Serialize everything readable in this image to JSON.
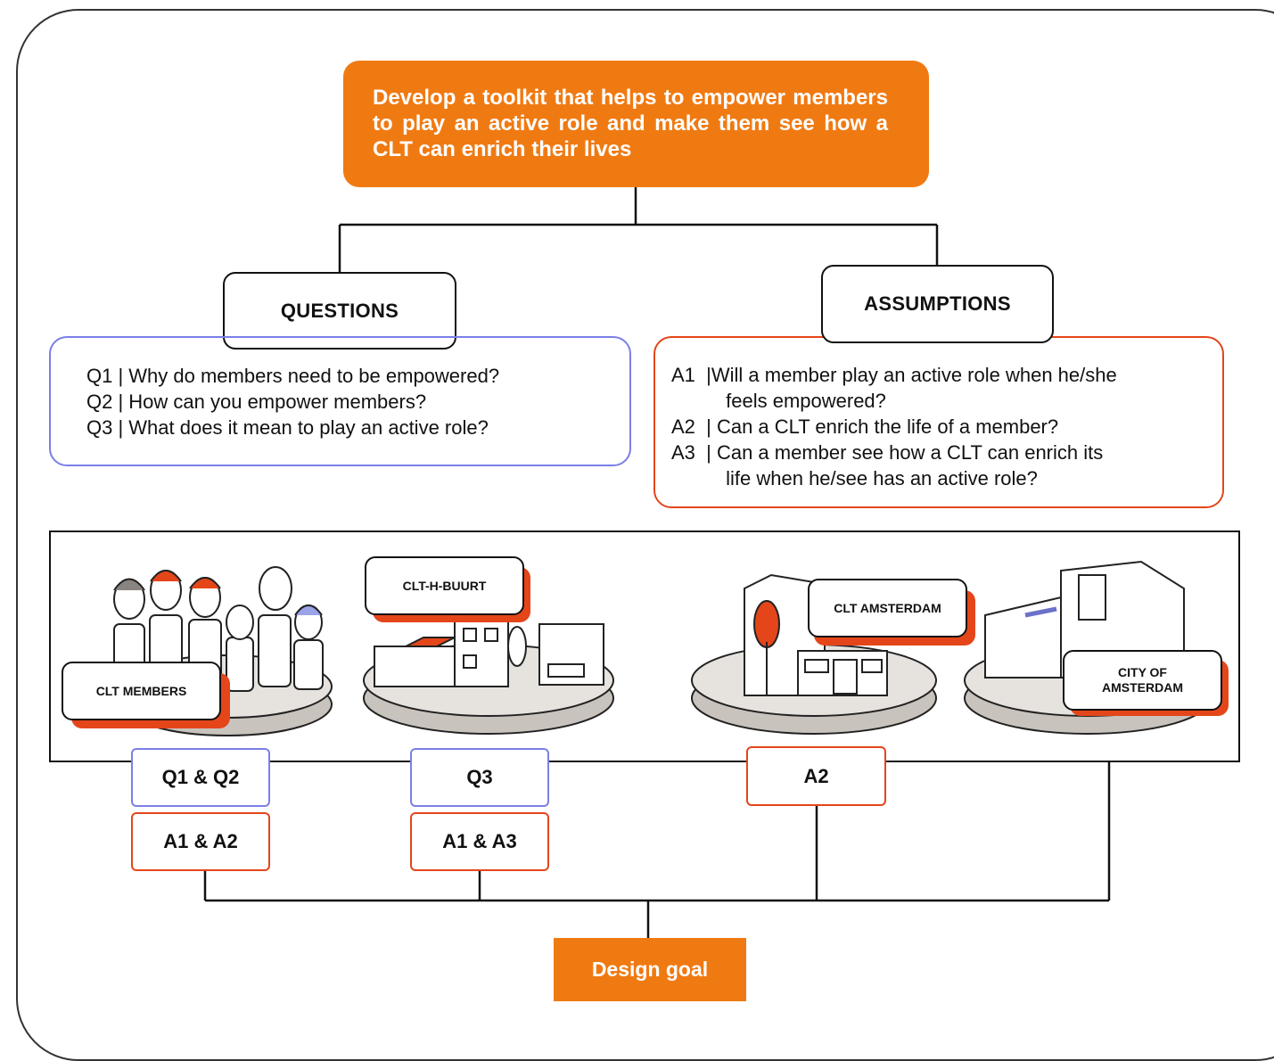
{
  "top_goal": "Develop a toolkit that helps to empower members to play an active role and make them see how a CLT can enrich their lives",
  "questions": {
    "heading": "QUESTIONS",
    "items": [
      "Q1 | Why do members need to be empowered?",
      "Q2 | How can you empower members?",
      "Q3 | What does it mean to play an active role?"
    ]
  },
  "assumptions": {
    "heading": "ASSUMPTIONS",
    "lines": [
      "A1  |Will a member play an active role when he/she",
      "          feels empowered?",
      "A2  | Can a CLT enrich the life of a member?",
      "A3  | Can a member see how a CLT can enrich its",
      "          life when he/see has an active role?"
    ]
  },
  "stakeholders": {
    "members": "CLT MEMBERS",
    "hbuurt": "CLT-H-BUURT",
    "clt_amsterdam": "CLT AMSTERDAM",
    "city_line1": "CITY OF",
    "city_line2": "AMSTERDAM"
  },
  "labels": {
    "q1q2": "Q1 & Q2",
    "a1a2": "A1 & A2",
    "q3": "Q3",
    "a1a3": "A1 & A3",
    "a2": "A2"
  },
  "design_goal": "Design goal",
  "colors": {
    "orange": "#f07a12",
    "red": "#e4461a",
    "purple": "#7b7fe6"
  }
}
